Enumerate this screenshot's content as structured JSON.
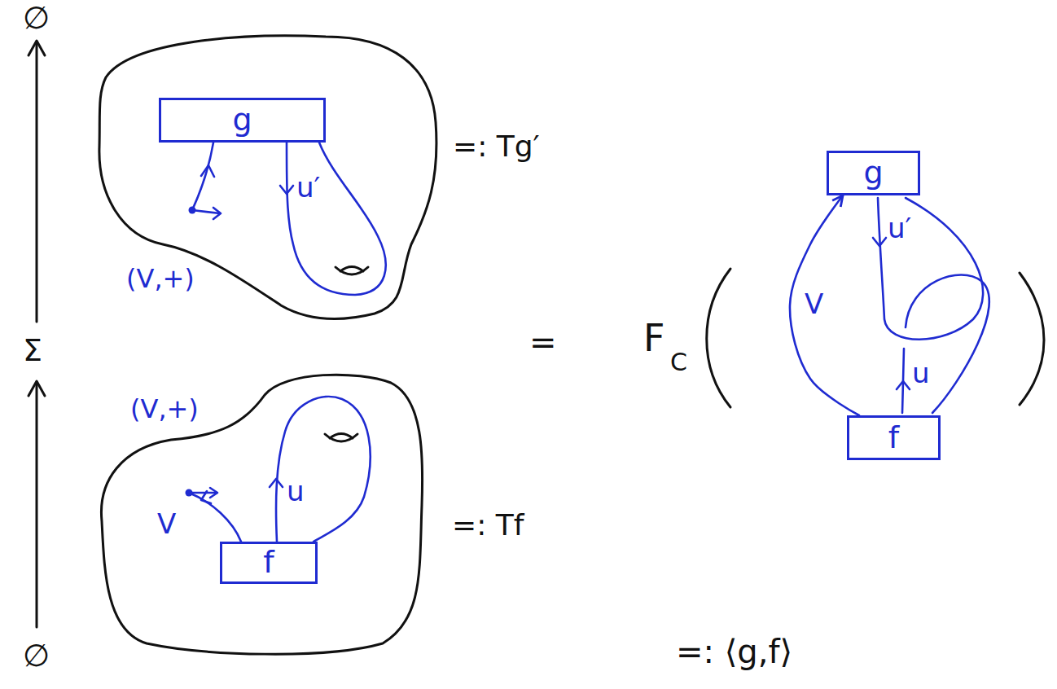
{
  "diagram": {
    "nodes": [
      {
        "text": [
          "=: Tg′"
        ]
      },
      {
        "text": [
          "g"
        ],
        "in": 0
      },
      {
        "text": [
          "g"
        ]
      },
      {
        "text": [
          "=: Tf"
        ]
      },
      {
        "text": [
          "f"
        ],
        "in": 3
      },
      {
        "text": [
          "f"
        ]
      }
    ],
    "edges": [
      {
        "from": 5,
        "to": 2,
        "arrow": "to",
        "label": "V"
      }
    ],
    "labels": [
      "∅",
      "(V,+)",
      "u′",
      "Σ",
      "=",
      "F",
      "C",
      "u′",
      "(V,+)",
      "V",
      "u",
      "u",
      "∅",
      "=: ⟨g,f⟩"
    ]
  }
}
